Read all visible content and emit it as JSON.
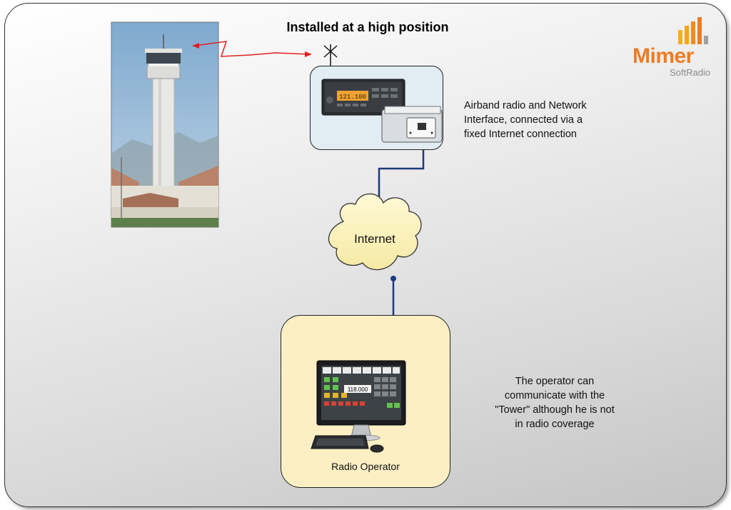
{
  "diagram": {
    "title": "Installed at a high position",
    "internet_label": "Internet",
    "radio_description": [
      "Airband radio and Network",
      "Interface, connected via a",
      "fixed Internet connection"
    ],
    "operator_description": [
      "The operator can",
      "communicate with the",
      "\"Tower\" although he is not",
      "in radio coverage"
    ],
    "operator_label": "Radio Operator",
    "radio_display": "121.100",
    "screen_frequency": "118.000"
  },
  "logo": {
    "brand": "Mimer",
    "product": "SoftRadio",
    "brand_color": "#ee7c24",
    "product_color": "#8a8a8a"
  },
  "colors": {
    "connector": "#1f3a7a",
    "signal": "#e02020",
    "radio_box_fill": "#e2ecf3",
    "operator_box_fill": "#fcefc4",
    "cloud_fill": "#fbf1b8"
  },
  "icons": [
    "tower-photo",
    "antenna-icon",
    "radio-unit-icon",
    "network-interface-icon",
    "cloud-icon",
    "computer-monitor-icon",
    "keyboard-icon",
    "mouse-icon",
    "signal-bars-icon"
  ]
}
